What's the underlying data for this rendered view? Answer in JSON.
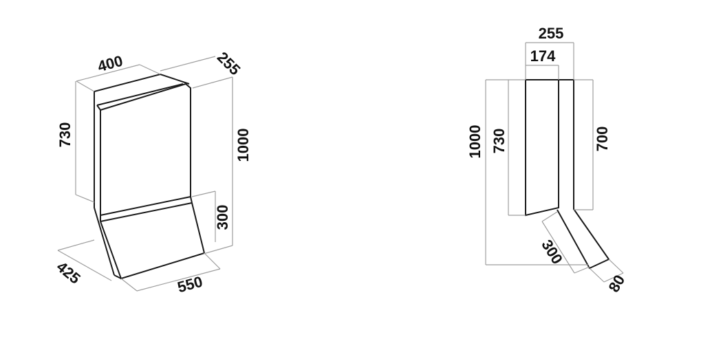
{
  "iso_view": {
    "dims": {
      "width": "400",
      "depth_top": "255",
      "total_height": "1000",
      "panel_height": "730",
      "hood_height": "300",
      "hood_width": "550",
      "hood_depth": "425"
    }
  },
  "side_view": {
    "dims": {
      "depth_top": "255",
      "panel_depth": "174",
      "total_height": "1000",
      "panel_height": "730",
      "back_height": "700",
      "hood_length": "300",
      "hood_thickness": "80"
    }
  },
  "colors": {
    "outline": "#1a1a1a",
    "dimension_line": "#9e9e9e",
    "text": "#111111"
  }
}
